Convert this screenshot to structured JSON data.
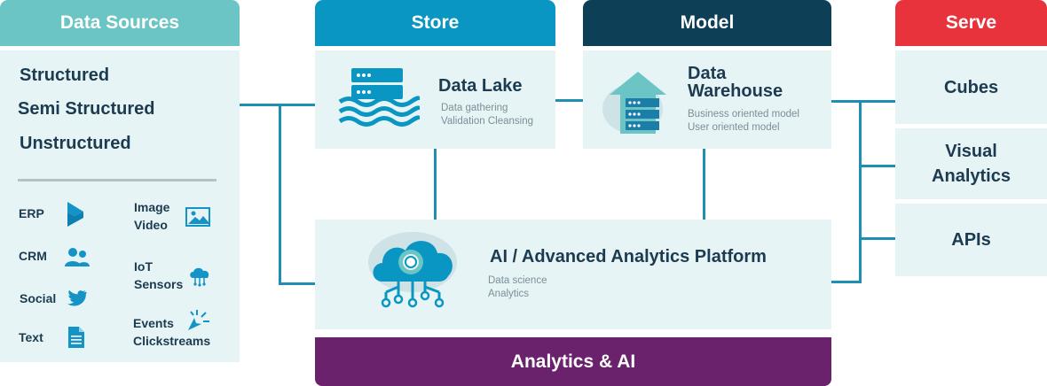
{
  "data_sources": {
    "header": "Data Sources",
    "types": [
      "Structured",
      "Semi Structured",
      "Unstructured"
    ],
    "sources": [
      {
        "label": "ERP",
        "icon": "dynamics-icon"
      },
      {
        "label": "Image Video",
        "line1": "Image",
        "line2": "Video",
        "icon": "image-icon"
      },
      {
        "label": "CRM",
        "icon": "users-icon"
      },
      {
        "label": "IoT Sensors",
        "line1": "IoT",
        "line2": "Sensors",
        "icon": "iot-cloud-icon"
      },
      {
        "label": "Social",
        "icon": "twitter-icon"
      },
      {
        "label": "Events Clickstreams",
        "line1": "Events",
        "line2": "Clickstreams",
        "icon": "click-icon"
      },
      {
        "label": "Text",
        "icon": "document-icon"
      }
    ]
  },
  "store": {
    "header": "Store",
    "title": "Data Lake",
    "details": [
      "Data gathering",
      "Validation Cleansing"
    ]
  },
  "model": {
    "header": "Model",
    "title_line1": "Data",
    "title_line2": "Warehouse",
    "details": [
      "Business oriented model",
      "User oriented model"
    ]
  },
  "serve": {
    "header": "Serve",
    "items": [
      "Cubes",
      "Visual Analytics",
      "APIs"
    ],
    "visual_line1": "Visual",
    "visual_line2": "Analytics"
  },
  "ai_platform": {
    "title": "AI / Advanced Analytics Platform",
    "details": [
      "Data science",
      "Analytics"
    ]
  },
  "footer": {
    "label": "Analytics & AI"
  },
  "colors": {
    "data_sources": "#6cc5c5",
    "store": "#0a96c2",
    "model": "#0d3f57",
    "serve": "#e8333c",
    "footer": "#6a226d",
    "panel": "#e6f4f6",
    "connector": "#1e8fb3"
  }
}
